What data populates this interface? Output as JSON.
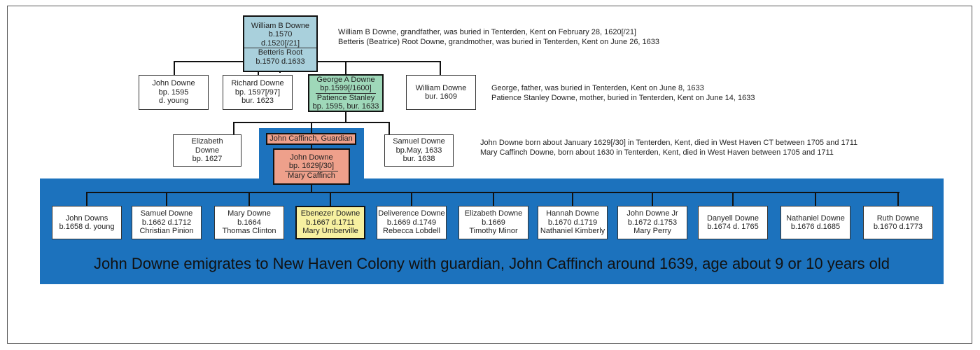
{
  "grandparents": {
    "line1": "William B Downe",
    "line2": "b.1570  d.1520[/21]",
    "line3": "Betteris Root",
    "line4": "b.1570  d.1633"
  },
  "notes_grandparents": [
    "William B Downe, grandfather, was buried in Tenterden, Kent on February 28, 1620[/21]",
    "Betteris (Beatrice) Root Downe, grandmother, was buried in Tenterden, Kent on June 26, 1633"
  ],
  "gen2": [
    {
      "lines": [
        "John Downe",
        "bp. 1595",
        "d. young"
      ]
    },
    {
      "lines": [
        "Richard Downe",
        "bp. 1597[/97]",
        "bur. 1623"
      ]
    },
    {
      "lines": [
        "George A Downe",
        "bp.1599[/1600]",
        "Patience Stanley",
        "bp. 1595, bur. 1633"
      ]
    },
    {
      "lines": [
        "William Downe",
        "bur. 1609"
      ]
    }
  ],
  "notes_parents": [
    "George, father, was buried in Tenterden, Kent on June 8, 1633",
    "Patience Stanley Downe, mother, buried in Tenterden, Kent on June 14, 1633"
  ],
  "gen3": {
    "elizabeth": [
      "Elizabeth",
      "Downe",
      "bp. 1627"
    ],
    "guardian": "John Caffinch, Guardian",
    "john": [
      "John Downe",
      "bp. 1629[/30]",
      "Mary Caffinch"
    ],
    "samuel": [
      "Samuel Downe",
      "bp.May, 1633",
      "bur. 1638"
    ]
  },
  "notes_john": [
    "John Downe born about January 1629[/30] in Tenterden, Kent, died in West Haven CT between 1705 and 1711",
    "Mary Caffinch Downe, born about 1630 in Tenterden, Kent, died in West Haven between 1705 and 1711"
  ],
  "gen4": [
    [
      "John Downs",
      "b.1658  d. young"
    ],
    [
      "Samuel Downe",
      "b.1662  d.1712",
      "Christian Pinion"
    ],
    [
      "Mary Downe",
      "b.1664",
      "Thomas Clinton"
    ],
    [
      "Ebenezer Downe",
      "b.1667  d.1711",
      "Mary Umberville"
    ],
    [
      "Deliverence Downe",
      "b.1669  d.1749",
      "Rebecca Lobdell"
    ],
    [
      "Elizabeth Downe",
      "b.1669",
      "Timothy Minor"
    ],
    [
      "Hannah Downe",
      "b.1670  d.1719",
      "Nathaniel Kimberly"
    ],
    [
      "John Downe Jr",
      "b.1672  d.1753",
      "Mary Perry"
    ],
    [
      "Danyell Downe",
      "b.1674  d. 1765"
    ],
    [
      "Nathaniel Downe",
      "b.1676  d.1685"
    ],
    [
      "Ruth Downe",
      "b.1670  d.1773"
    ]
  ],
  "emigration_caption": "John Downe emigrates to New Haven Colony with guardian, John Caffinch around 1639, age about 9 or 10 years old",
  "colors": {
    "blue_band": "#1c72bd",
    "grandparents": "#a9d0dc",
    "parents": "#9fd8b9",
    "john": "#eea08b",
    "ebenezer": "#f7f0a0"
  }
}
